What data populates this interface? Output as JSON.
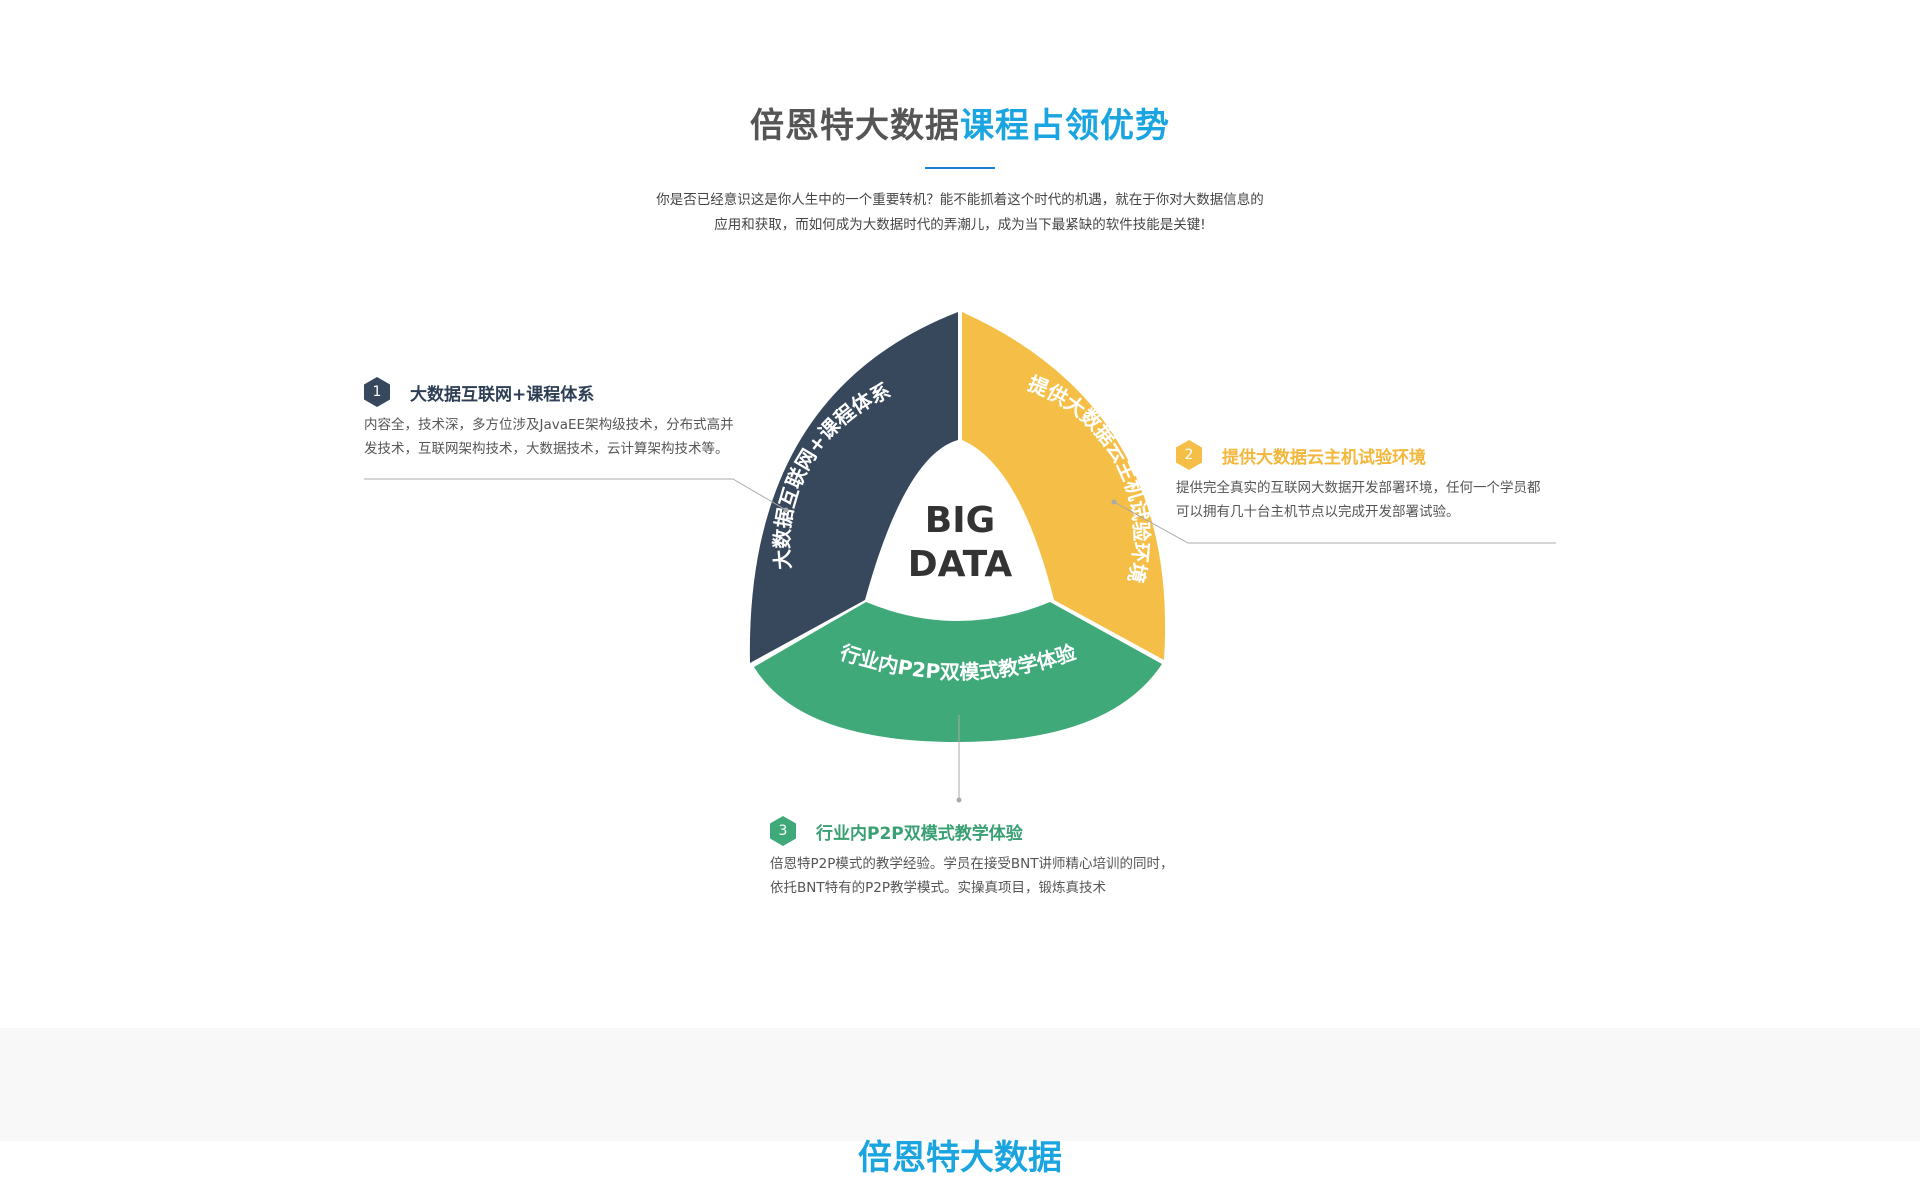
{
  "header": {
    "title_part1": "倍恩特大数据",
    "title_part2": "课程占领优势",
    "intro_line1": "你是否已经意识这是你人生中的一个重要转机？能不能抓着这个时代的机遇，就在于你对大数据信息的",
    "intro_line2": "应用和获取，而如何成为大数据时代的弄潮儿，成为当下最紧缺的软件技能是关键!"
  },
  "diagram": {
    "center_line1": "BIG",
    "center_line2": "DATA",
    "segments": [
      {
        "label": "大数据互联网+课程体系",
        "color": "#37475c"
      },
      {
        "label": "提供大数据云主机试验环境",
        "color": "#f5bf47"
      },
      {
        "label": "行业内P2P双模式教学体验",
        "color": "#3fa97a"
      }
    ],
    "connector_color": "#aaaaaa"
  },
  "features": [
    {
      "number": "1",
      "title": "大数据互联网+课程体系",
      "desc_line1": "内容全，技术深，多方位涉及JavaEE架构级技术，分布式高并",
      "desc_line2": "发技术，互联网架构技术，大数据技术，云计算架构技术等。",
      "color": "#37475c"
    },
    {
      "number": "2",
      "title": "提供大数据云主机试验环境",
      "desc_line1": "提供完全真实的互联网大数据开发部署环境，任何一个学员都",
      "desc_line2": "可以拥有几十台主机节点以完成开发部署试验。",
      "color": "#f5bf47"
    },
    {
      "number": "3",
      "title": "行业内P2P双模式教学体验",
      "desc_line1": "倍恩特P2P模式的教学经验。学员在接受BNT讲师精心培训的同时，",
      "desc_line2": "依托BNT特有的P2P教学模式。实操真项目，锻炼真技术",
      "color": "#3fa97a"
    }
  ],
  "next_section": {
    "title": "倍恩特大数据"
  }
}
